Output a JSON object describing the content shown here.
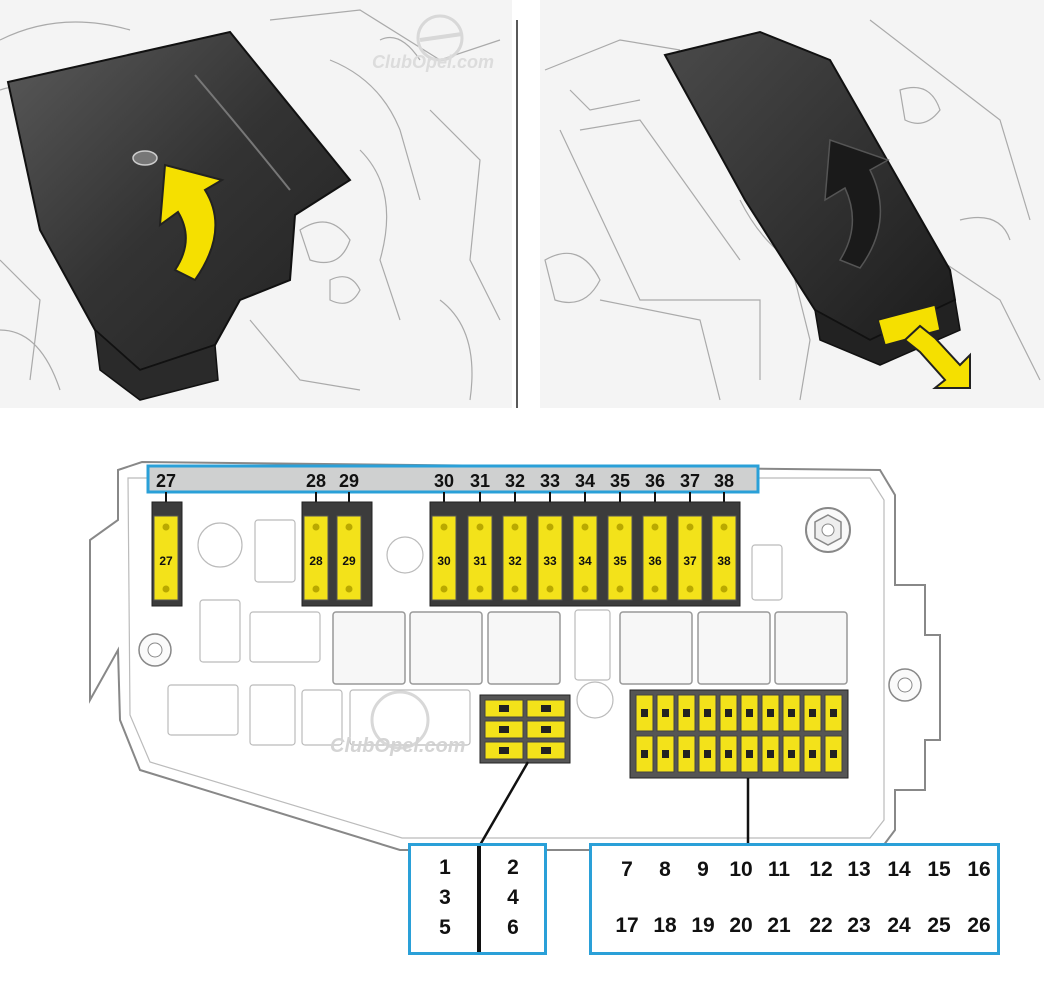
{
  "watermark": "ClubOpel.com",
  "top_labels": [
    "27",
    "28",
    "29",
    "30",
    "31",
    "32",
    "33",
    "34",
    "35",
    "36",
    "37",
    "38"
  ],
  "big_fuses": [
    "27",
    "28",
    "29",
    "30",
    "31",
    "32",
    "33",
    "34",
    "35",
    "36",
    "37",
    "38"
  ],
  "legend_left": {
    "left_column": [
      "1",
      "3",
      "5"
    ],
    "right_column": [
      "2",
      "4",
      "6"
    ]
  },
  "legend_right": {
    "row1": [
      "7",
      "8",
      "9",
      "10",
      "11",
      "12",
      "13",
      "14",
      "15",
      "16"
    ],
    "row2": [
      "17",
      "18",
      "19",
      "20",
      "21",
      "22",
      "23",
      "24",
      "25",
      "26"
    ]
  },
  "colors": {
    "fuse_yellow": "#f3e21a",
    "label_bar": "#cfd0d0",
    "legend_border": "#2aa0d8",
    "arrow_yellow": "#f5e000",
    "cover_dark": "#3a3a3a"
  }
}
